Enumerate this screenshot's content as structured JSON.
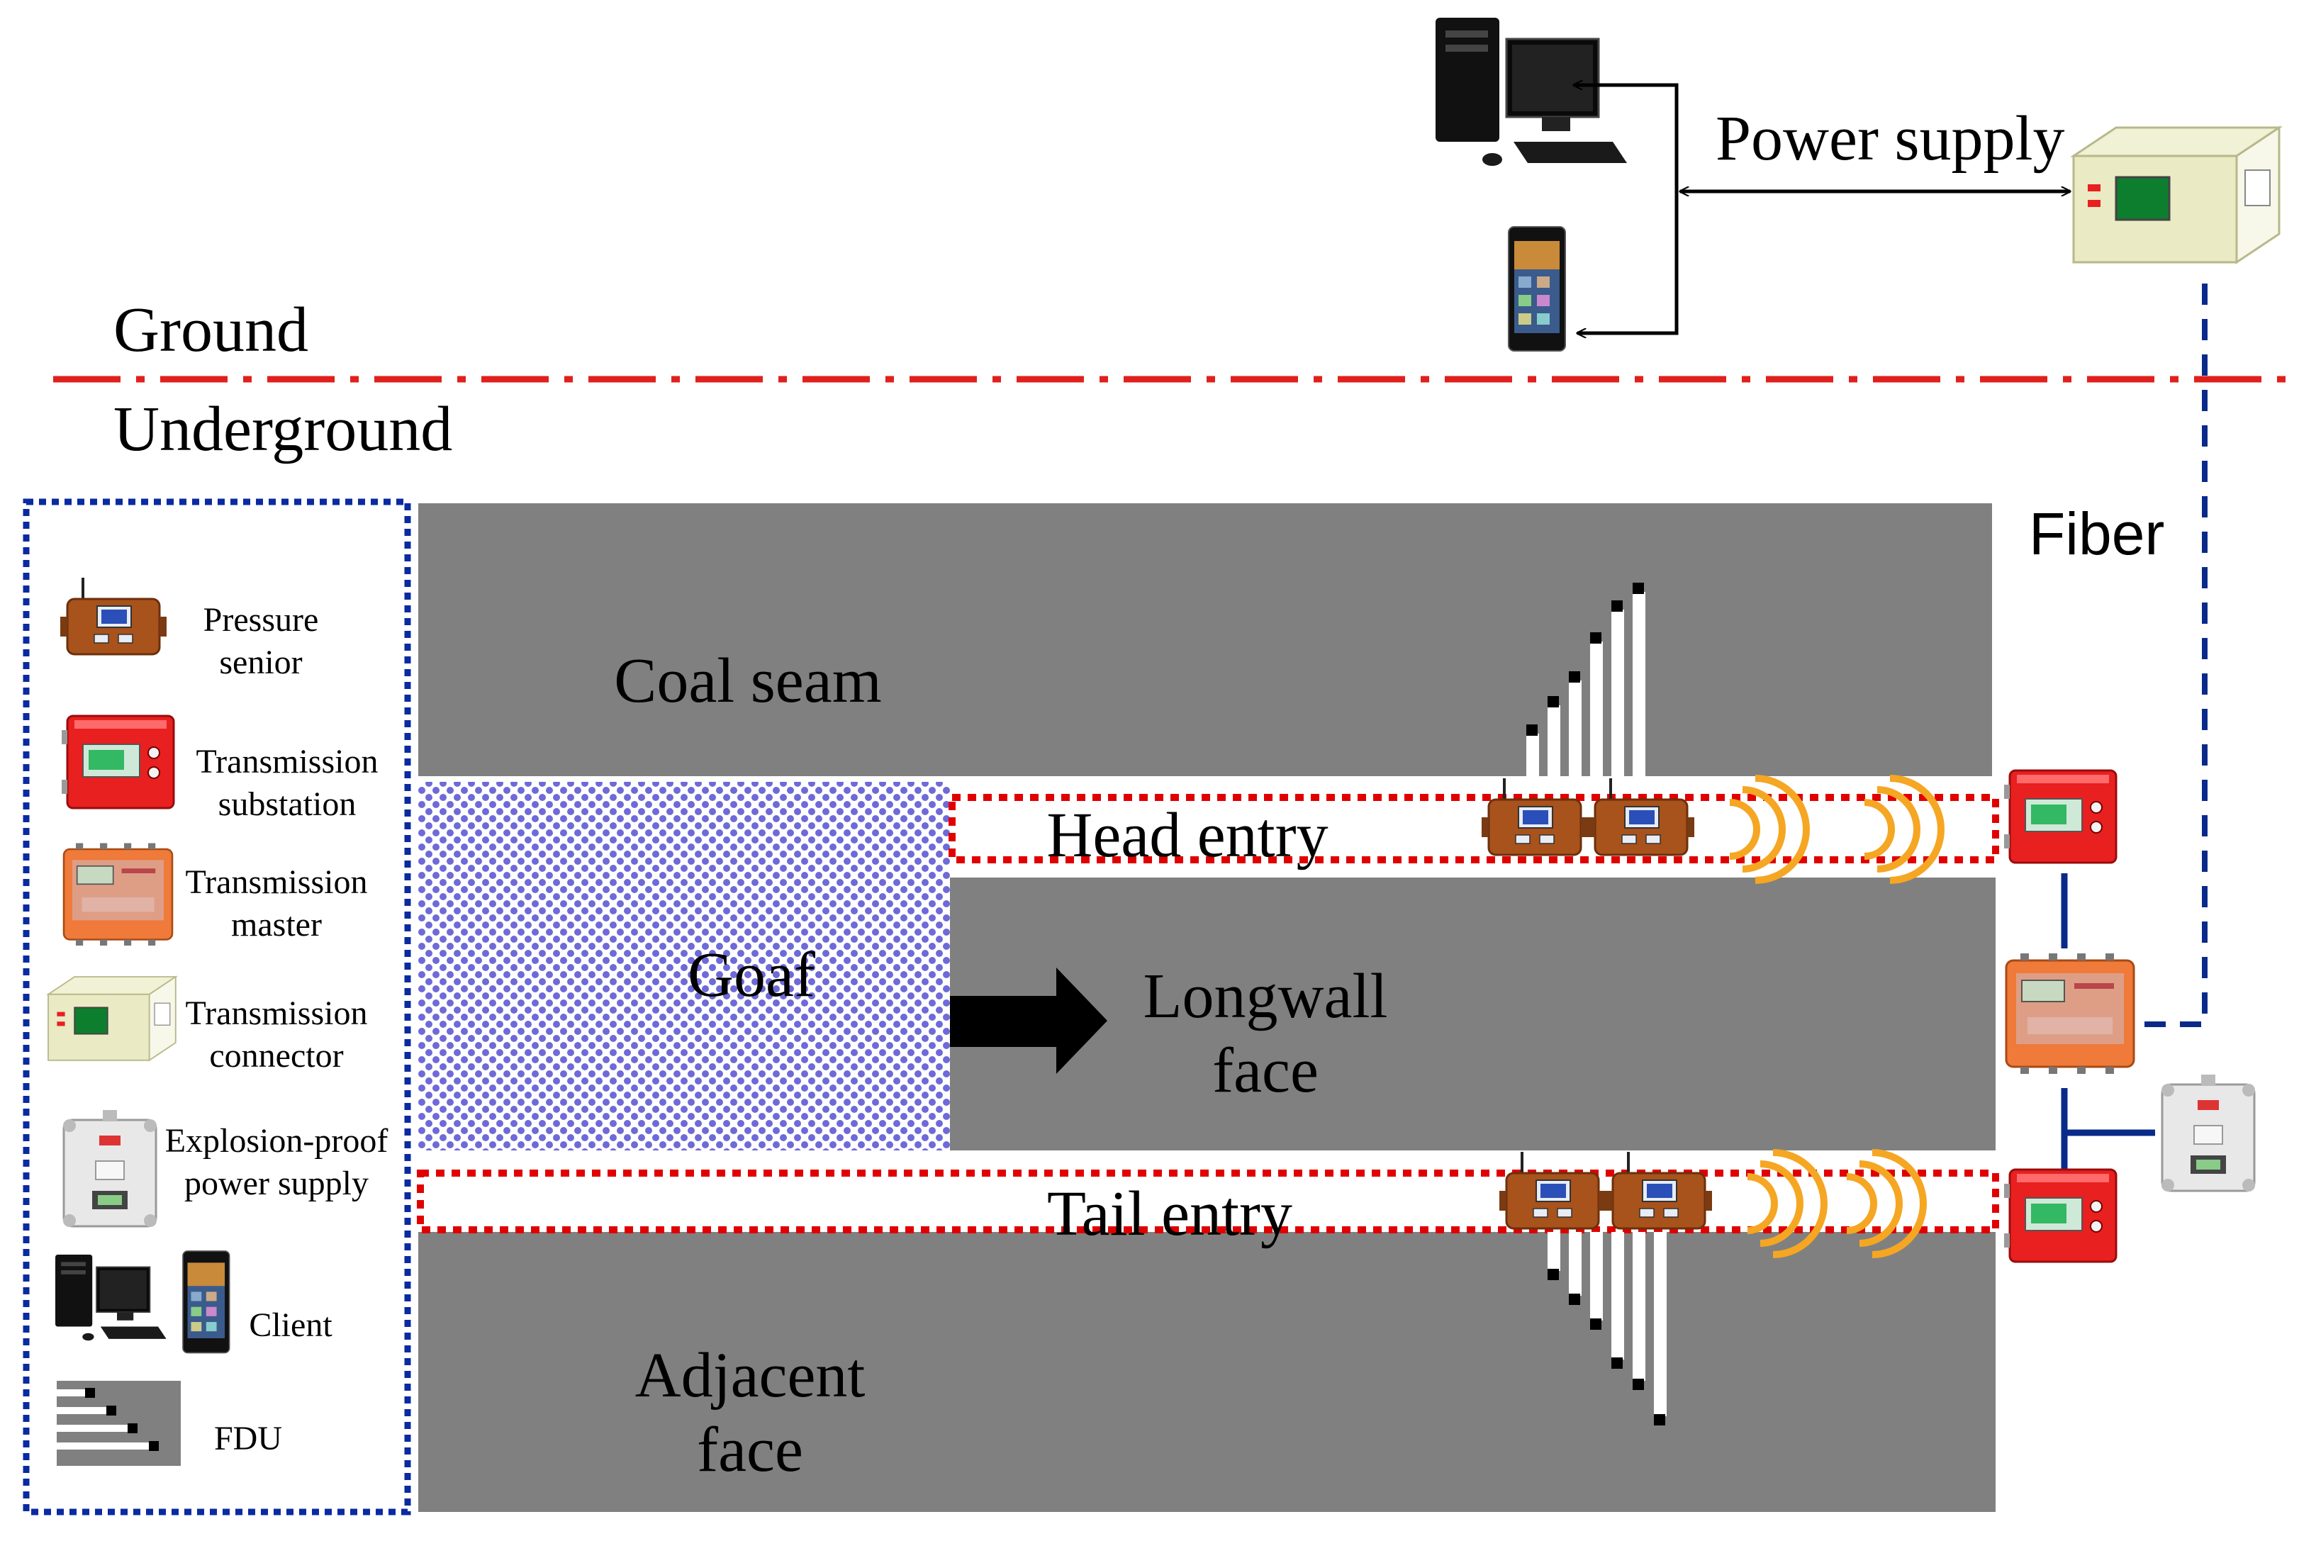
{
  "labels": {
    "ground": "Ground",
    "underground": "Underground",
    "power_supply": "Power supply",
    "fiber": "Fiber",
    "coal_seam": "Coal seam",
    "head_entry": "Head entry",
    "goaf": "Goaf",
    "longwall_face_line1": "Longwall",
    "longwall_face_line2": "face",
    "tail_entry": "Tail entry",
    "adjacent_face_line1": "Adjacent",
    "adjacent_face_line2": "face"
  },
  "legend": {
    "items": [
      {
        "line1": "Pressure",
        "line2": "senior",
        "icon": "pressure-sensor-icon"
      },
      {
        "line1": "Transmission",
        "line2": "substation",
        "icon": "transmission-substation-icon"
      },
      {
        "line1": "Transmission",
        "line2": "master",
        "icon": "transmission-master-icon"
      },
      {
        "line1": "Transmission",
        "line2": "connector",
        "icon": "transmission-connector-icon"
      },
      {
        "line1": "Explosion-proof",
        "line2": "power supply",
        "icon": "explosion-proof-power-supply-icon"
      },
      {
        "line1": "Client",
        "line2": "",
        "icon": "client-icon"
      },
      {
        "line1": "FDU",
        "line2": "",
        "icon": "fdu-icon"
      }
    ]
  },
  "colors": {
    "rock": "#808080",
    "entry_border": "#e00000",
    "ground_line": "#e0201c",
    "fiber_line": "#0a2a8a",
    "legend_border": "#0a2aa0",
    "goaf": "#6e6ad8",
    "substation_red": "#e82020",
    "master_orange": "#ef7a3a",
    "sensor_brown": "#a8521c",
    "signal_orange": "#f5a623"
  }
}
